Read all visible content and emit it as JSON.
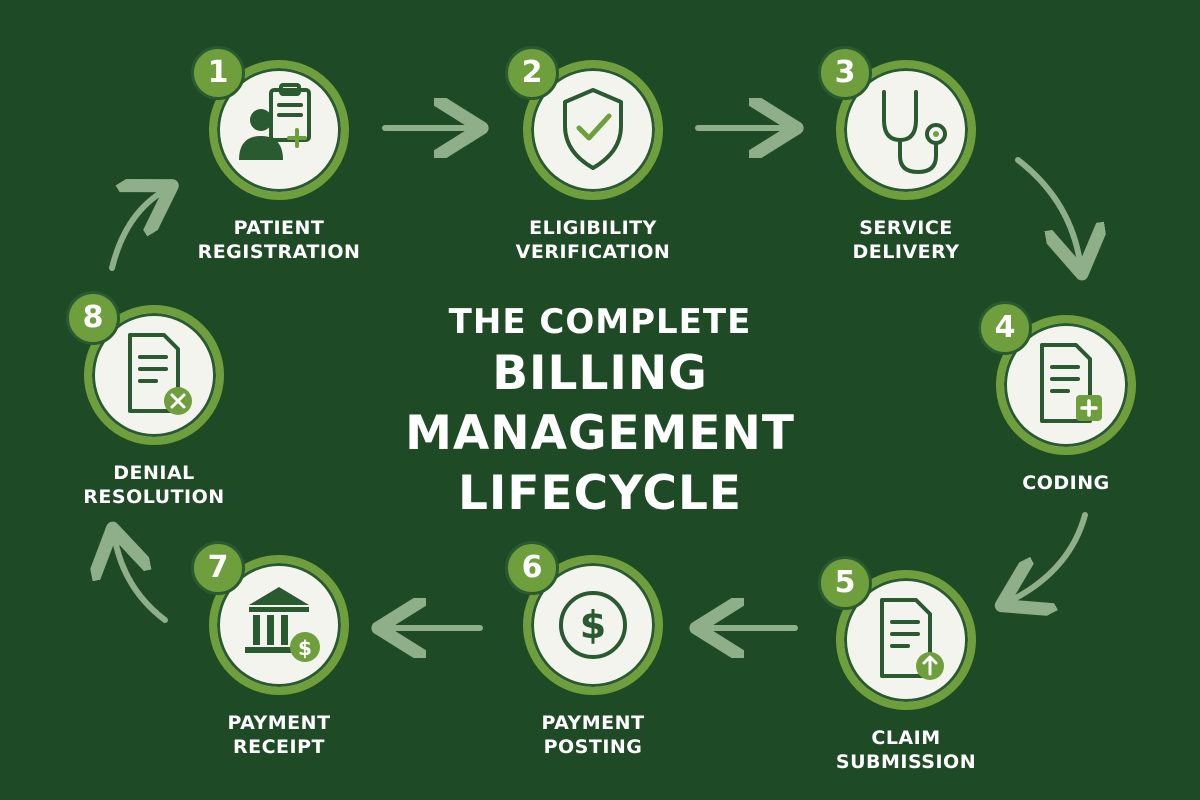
{
  "title": {
    "line1": "THE COMPLETE",
    "line2": "BILLING MANAGEMENT",
    "line3": "LIFECYCLE"
  },
  "colors": {
    "background": "#1f4a26",
    "accent": "#6f9f3d",
    "arrow": "#8fae8a",
    "icon": "#2a5a2f",
    "circle_fill": "#f4f4ef"
  },
  "steps": [
    {
      "number": "1",
      "label_line1": "PATIENT",
      "label_line2": "REGISTRATION",
      "icon": "patient-clipboard-icon"
    },
    {
      "number": "2",
      "label_line1": "ELIGIBILITY",
      "label_line2": "VERIFICATION",
      "icon": "shield-check-icon"
    },
    {
      "number": "3",
      "label_line1": "SERVICE",
      "label_line2": "DELIVERY",
      "icon": "stethoscope-icon"
    },
    {
      "number": "4",
      "label_line1": "CODING",
      "label_line2": "",
      "icon": "document-plus-icon"
    },
    {
      "number": "5",
      "label_line1": "CLAIM",
      "label_line2": "SUBMISSION",
      "icon": "document-upload-icon"
    },
    {
      "number": "6",
      "label_line1": "PAYMENT",
      "label_line2": "POSTING",
      "icon": "dollar-circle-icon"
    },
    {
      "number": "7",
      "label_line1": "PAYMENT",
      "label_line2": "RECEIPT",
      "icon": "bank-dollar-icon"
    },
    {
      "number": "8",
      "label_line1": "DENIAL",
      "label_line2": "RESOLUTION",
      "icon": "document-x-icon"
    }
  ]
}
